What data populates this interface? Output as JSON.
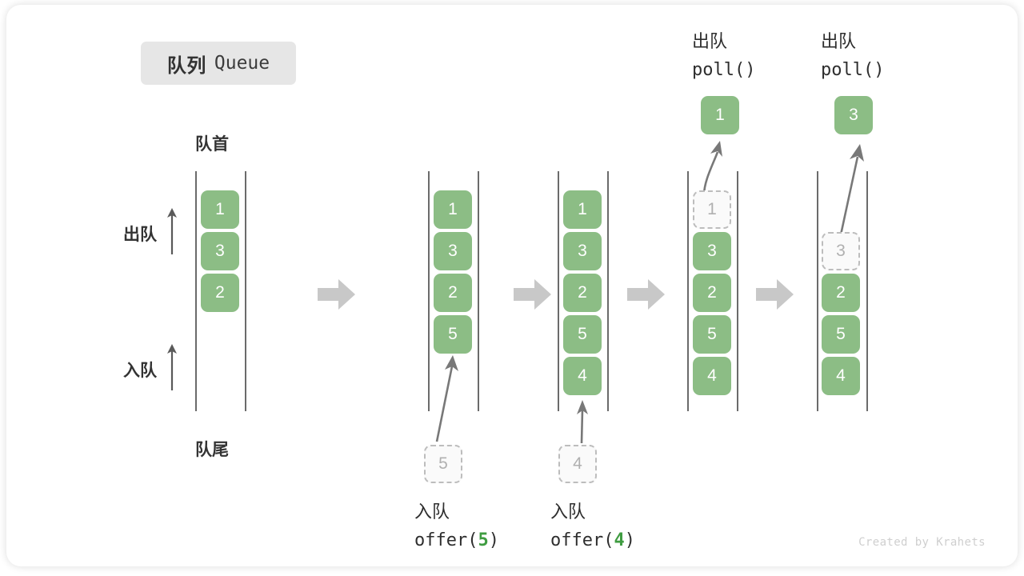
{
  "title": {
    "cn": "队列",
    "en": "Queue"
  },
  "labels": {
    "head": "队首",
    "tail": "队尾",
    "dequeue": "出队",
    "enqueue": "入队"
  },
  "colors": {
    "element": "#8cbd85",
    "ghost_fill": "#fafafa",
    "ghost_border": "#bdbdbd",
    "rail": "#6b6b6b",
    "step_arrow": "#c8c8c8",
    "accent_arg": "#3f9c41",
    "badge_bg": "#e6e6e6",
    "text": "#333333"
  },
  "columns": [
    {
      "id": "initial",
      "items": [
        "1",
        "3",
        "2"
      ],
      "ghost_index": -1,
      "caption": null
    },
    {
      "id": "after-offer-5",
      "items": [
        "1",
        "3",
        "2",
        "5"
      ],
      "ghost_index": -1,
      "caption": {
        "line1": "入队",
        "call_prefix": "offer(",
        "call_arg": "5",
        "call_suffix": ")"
      },
      "incoming": {
        "value": "5"
      }
    },
    {
      "id": "after-offer-4",
      "items": [
        "1",
        "3",
        "2",
        "5",
        "4"
      ],
      "ghost_index": -1,
      "caption": {
        "line1": "入队",
        "call_prefix": "offer(",
        "call_arg": "4",
        "call_suffix": ")"
      },
      "incoming": {
        "value": "4"
      }
    },
    {
      "id": "after-poll-1",
      "items": [
        "1",
        "3",
        "2",
        "5",
        "4"
      ],
      "ghost_index": 0,
      "caption_top": {
        "line1": "出队",
        "line2": "poll()"
      },
      "outgoing": {
        "value": "1"
      }
    },
    {
      "id": "after-poll-3",
      "items": [
        "3",
        "2",
        "5",
        "4"
      ],
      "ghost_index": 0,
      "caption_top": {
        "line1": "出队",
        "line2": "poll()"
      },
      "outgoing": {
        "value": "3"
      }
    }
  ],
  "credit": "Created by Krahets"
}
